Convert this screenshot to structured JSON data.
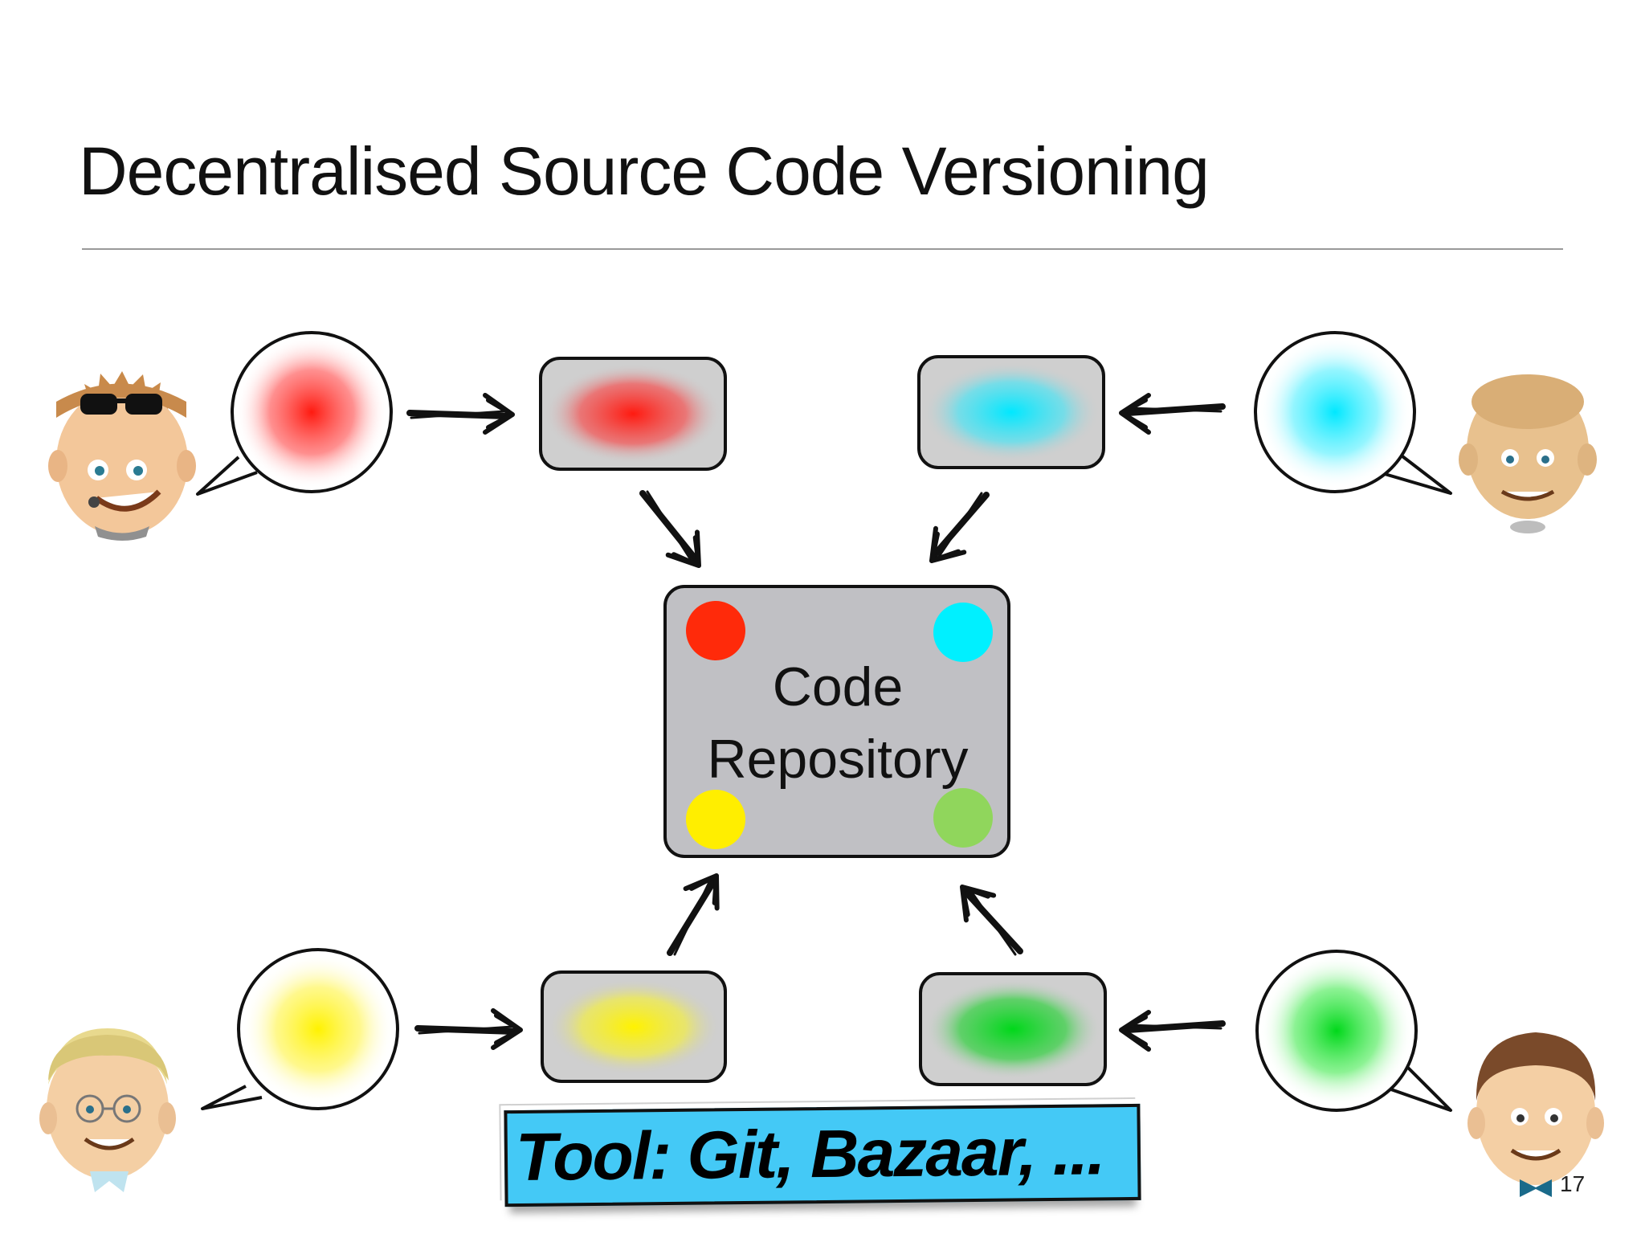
{
  "slide": {
    "title": "Decentralised Source Code Versioning",
    "page_number": "17"
  },
  "repository": {
    "label_line1": "Code",
    "label_line2": "Repository",
    "dots": [
      "#ff2a0a",
      "#00f0ff",
      "#ffee00",
      "#90d65c"
    ]
  },
  "developers": [
    {
      "id": "top-left",
      "color": "#ff2020"
    },
    {
      "id": "top-right",
      "color": "#00ecff"
    },
    {
      "id": "bottom-left",
      "color": "#fff200"
    },
    {
      "id": "bottom-right",
      "color": "#10e020"
    }
  ],
  "banner": {
    "text": "Tool: Git, Bazaar, ..."
  }
}
